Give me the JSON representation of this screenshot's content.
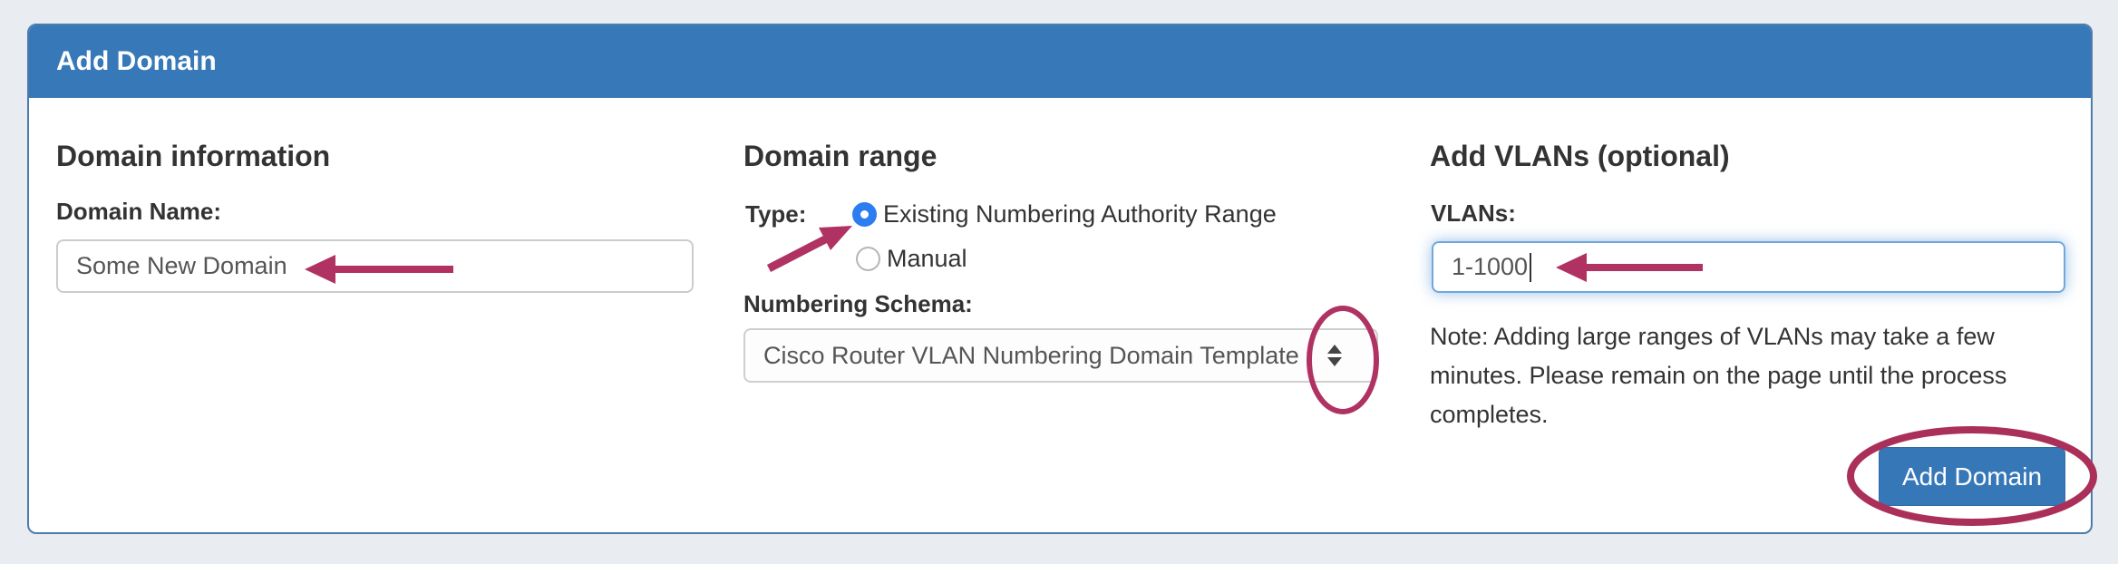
{
  "panel": {
    "title": "Add Domain"
  },
  "columns": {
    "domain_info": {
      "heading": "Domain information",
      "name_label": "Domain Name:",
      "name_value": "Some New Domain"
    },
    "domain_range": {
      "heading": "Domain range",
      "type_label": "Type:",
      "radio_options": [
        {
          "label": "Existing Numbering Authority Range",
          "selected": true
        },
        {
          "label": "Manual",
          "selected": false
        }
      ],
      "schema_label": "Numbering Schema:",
      "schema_value": "Cisco Router VLAN Numbering Domain Template"
    },
    "add_vlans": {
      "heading": "Add VLANs (optional)",
      "vlans_label": "VLANs:",
      "vlans_value": "1-1000",
      "note_lines": [
        "Note: Adding large ranges of VLANs may take a few",
        "minutes. Please remain on the page until the process",
        "completes."
      ],
      "submit_label": "Add Domain"
    }
  },
  "icons": {
    "select_caret": "up-down-arrows",
    "annotation_arrows": "left-pointing-arrow",
    "annotation_circles": "highlight-ellipse"
  },
  "colors": {
    "page_background": "#e9edf1",
    "header_blue": "#3779b8",
    "panel_border": "#4d7cab",
    "button_blue": "#3678b7",
    "radio_selected_blue": "#2b7df0",
    "annotation_pink": "#b03263",
    "focus_glow_blue": "#72a7dc"
  }
}
